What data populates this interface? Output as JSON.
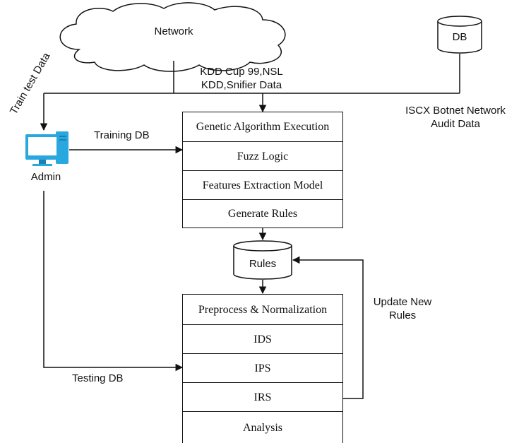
{
  "network": {
    "label": "Network"
  },
  "db": {
    "label": "DB"
  },
  "rules_db": {
    "label": "Rules"
  },
  "admin": {
    "label": "Admin"
  },
  "edges": {
    "kdd": [
      "KDD Cup 99,NSL",
      "KDD,Snifier Data"
    ],
    "iscx": [
      "ISCX Botnet Network",
      "Audit Data"
    ],
    "train_test": "Train test Data",
    "training_db": "Training DB",
    "testing_db": "Testing DB",
    "update_rules": [
      "Update New",
      "Rules"
    ]
  },
  "upper_stack": {
    "cells": [
      "Genetic Algorithm Execution",
      "Fuzz Logic",
      "Features Extraction Model",
      "Generate Rules"
    ]
  },
  "lower_stack": {
    "cells": [
      "Preprocess & Normalization",
      "IDS",
      "IPS",
      "IRS",
      "Analysis"
    ]
  },
  "colors": {
    "line": "#111111",
    "monitor": "#29a8e0",
    "monitor_dark": "#1c7fb5"
  }
}
